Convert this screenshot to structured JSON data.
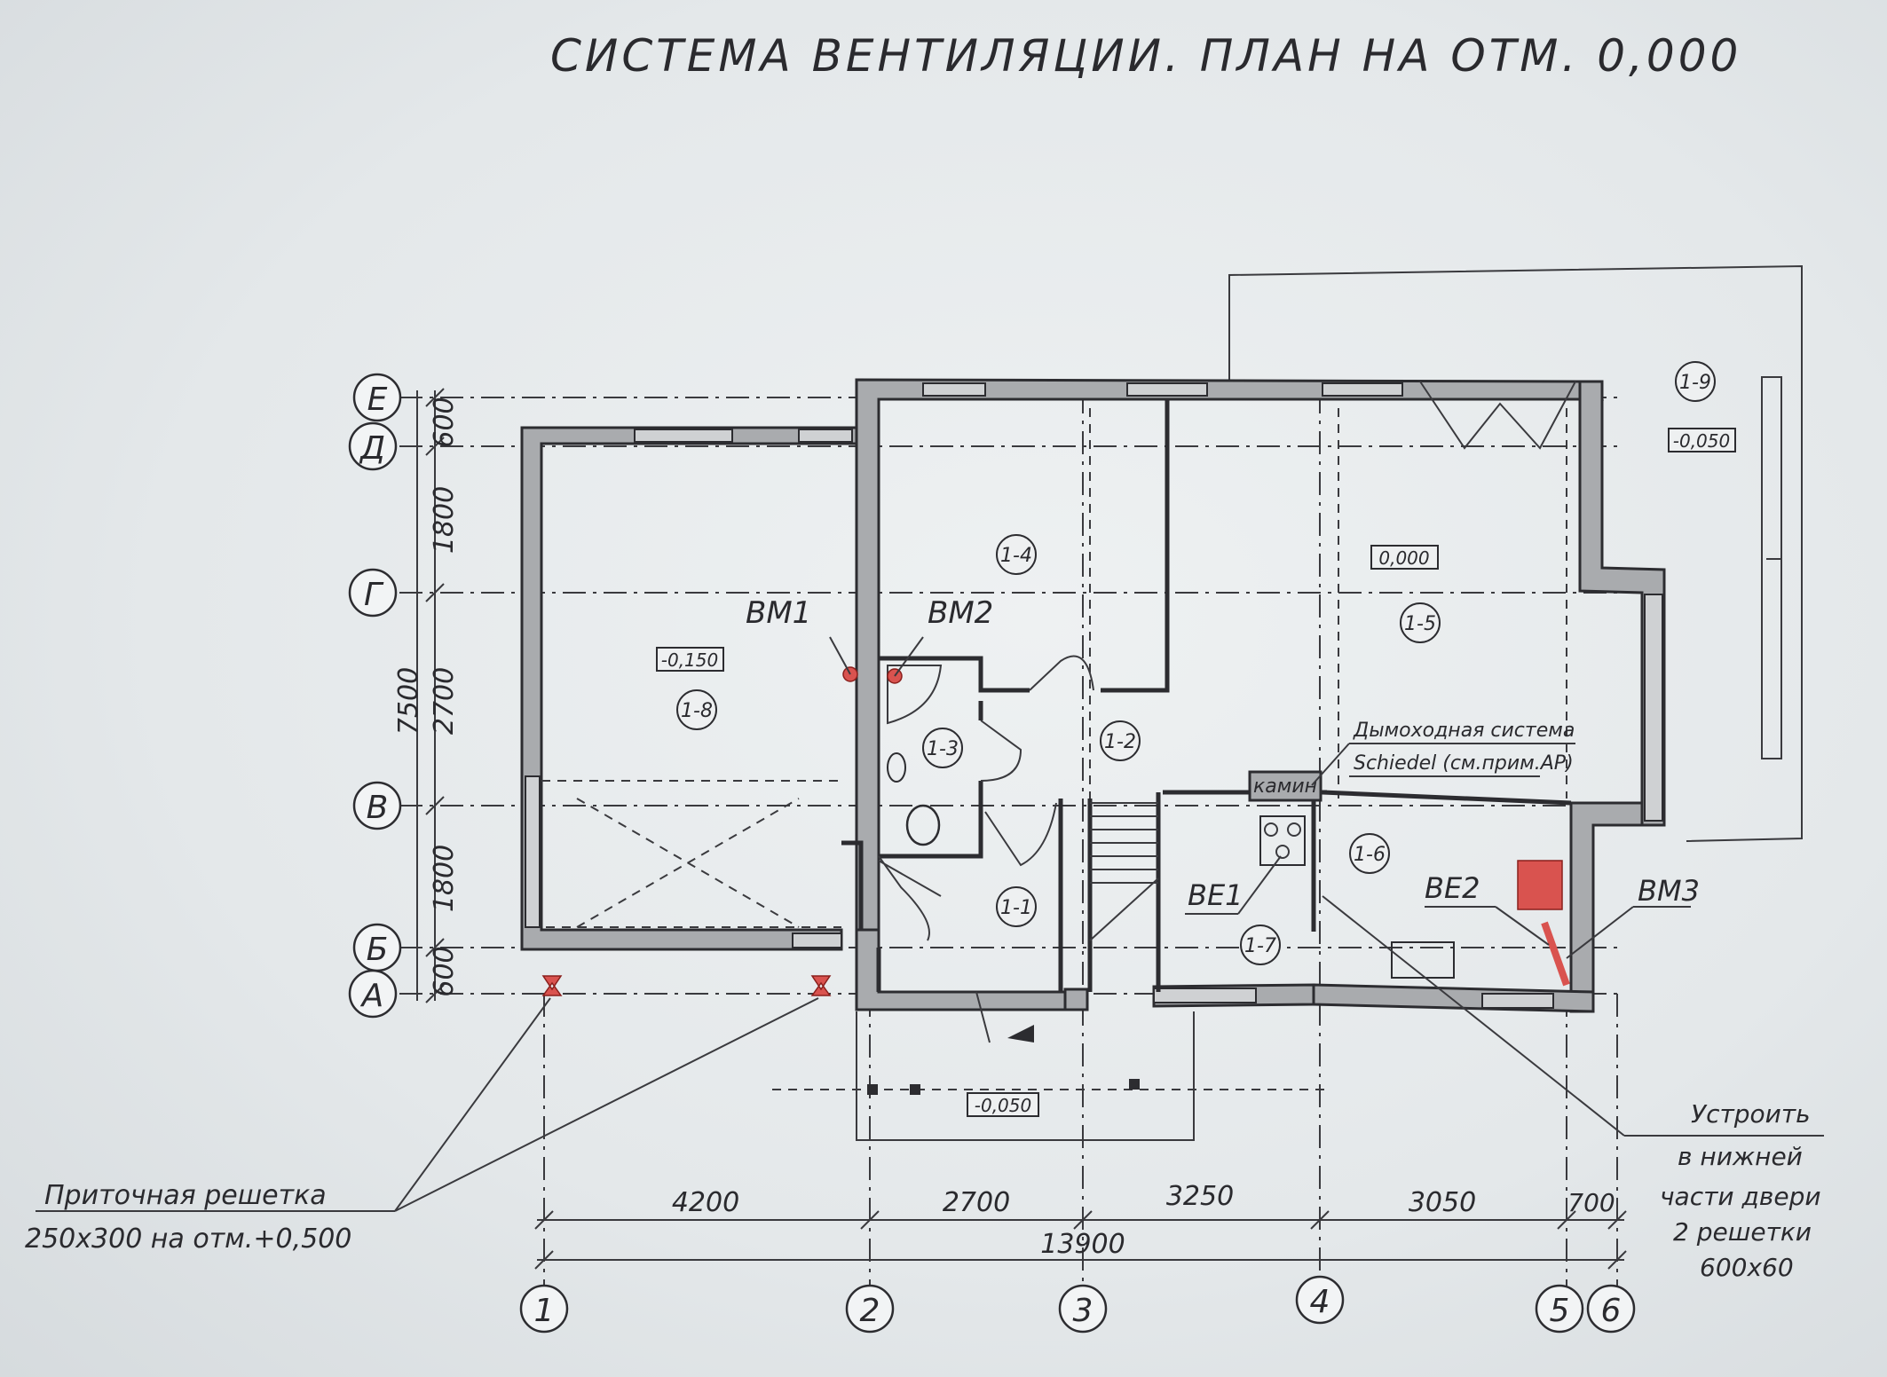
{
  "title": "СИСТЕМА ВЕНТИЛЯЦИИ. ПЛАН НА ОТМ. 0,000",
  "grid_rows": [
    "Е",
    "Д",
    "Г",
    "В",
    "Б",
    "А"
  ],
  "grid_cols": [
    "1",
    "2",
    "3",
    "4",
    "5",
    "6"
  ],
  "vertical_dims": [
    "600",
    "1800",
    "2700",
    "1800",
    "600"
  ],
  "vertical_total": "7500",
  "horizontal_dims": [
    "4200",
    "2700",
    "3250",
    "3050",
    "700"
  ],
  "horizontal_total": "13900",
  "rooms": [
    "1-1",
    "1-2",
    "1-3",
    "1-4",
    "1-5",
    "1-6",
    "1-7",
    "1-8",
    "1-9"
  ],
  "elevations": {
    "garage": "-0,150",
    "living": "0,000",
    "terrace": "-0,050",
    "porch": "-0,050"
  },
  "vents": {
    "vm1": "ВМ1",
    "vm2": "ВМ2",
    "vm3": "ВМ3",
    "ve1": "ВЕ1",
    "ve2": "ВЕ2"
  },
  "fireplace": "камин",
  "chimney_note": [
    "Дымоходная система",
    "Schiedel (см.прим.АР)"
  ],
  "supply_grille_note": [
    "Приточная решетка",
    "250х300 на отм.+0,500"
  ],
  "door_grille_note": [
    "Устроить",
    "в нижней",
    "части двери",
    "2 решетки",
    "600х60"
  ],
  "colors": {
    "vent_marker": "#d9534f",
    "lines": "#2c2c30",
    "paper": "#e8ecee"
  }
}
